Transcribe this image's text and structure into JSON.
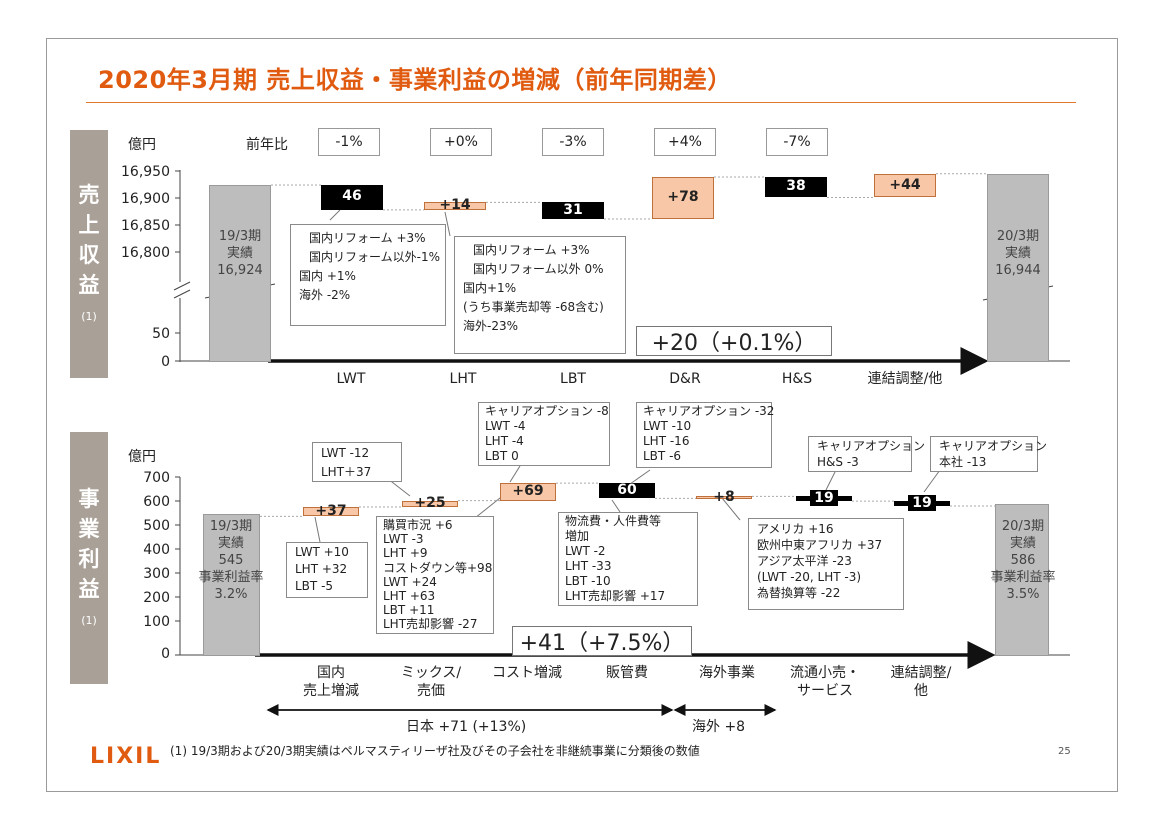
{
  "title": "2020年3月期 売上収益・事業利益の増減（前年同期差）",
  "logo": "LIXIL",
  "footnote": "(1) 19/3期および20/3期実績はペルマスティリーザ社及びその子会社を非継続事業に分類後の数値",
  "page_number": "25",
  "colors": {
    "accent": "#e05b10",
    "increase": "#f8c7a7",
    "decrease": "#000000",
    "ends": "#bdbdbd",
    "sidebar": "#a9a097"
  },
  "revenue": {
    "sidebar_text": "売上収益",
    "sidebar_note": "(1)",
    "unit": "億円",
    "ratio_label": "前年比",
    "ratios": [
      "-1%",
      "+0%",
      "-3%",
      "+4%",
      "-7%"
    ],
    "start_label": "19/3期\n実績\n16,924",
    "end_label": "20/3期\n実績\n16,944",
    "total": "+20（+0.1%）",
    "notes": [
      {
        "lines": [
          "国内リフォーム +3%",
          "国内リフォーム以外-1%",
          "国内 +1%",
          "海外 -2%"
        ]
      },
      {
        "lines": [
          "国内リフォーム +3%",
          "国内リフォーム以外 0%",
          "国内+1%",
          "(うち事業売却等 -68含む)",
          "海外-23%"
        ]
      }
    ]
  },
  "profit": {
    "sidebar_text": "事業利益",
    "sidebar_note": "(1)",
    "unit": "億円",
    "start_label": "19/3期\n実績\n545\n事業利益率\n3.2%",
    "end_label": "20/3期\n実績\n586\n事業利益率\n3.5%",
    "total": "+41（+7.5%）",
    "regions": {
      "japan": "日本 +71 (+13%)",
      "overseas": "海外 +8"
    },
    "notes": [
      {
        "lines": [
          "LWT -12",
          "LHT＋37"
        ]
      },
      {
        "lines": [
          "LWT +10",
          "LHT +32",
          "LBT -5"
        ]
      },
      {
        "lines": [
          "購買市況 +6",
          "  LWT  -3",
          "  LHT  +9",
          "コストダウン等+98",
          "  LWT  +24",
          "  LHT  +63",
          "  LBT  +11",
          "LHT売却影響 -27"
        ]
      },
      {
        "lines": [
          "キャリアオプション -8",
          " LWT     -4",
          " LHT     -4",
          " LBT      0"
        ]
      },
      {
        "lines": [
          "キャリアオプション -32",
          " LWT     -10",
          " LHT     -16",
          " LBT      -6"
        ]
      },
      {
        "lines": [
          "物流費・人件費等",
          "増加",
          "  LWT     -2",
          "  LHT    -33",
          "  LBT    -10",
          "LHT売却影響 +17"
        ]
      },
      {
        "lines": [
          "アメリカ +16",
          "欧州中東アフリカ +37",
          "アジア太平洋 -23",
          "  (LWT -20, LHT -3)",
          "為替換算等    -22"
        ]
      },
      {
        "lines": [
          "キャリアオプション",
          "H&S     -3"
        ]
      },
      {
        "lines": [
          "キャリアオプション",
          "本社     -13"
        ]
      }
    ]
  },
  "chart_data": [
    {
      "type": "bar",
      "subtype": "waterfall",
      "title": "売上収益",
      "ylabel": "億円",
      "ylim": [
        16750,
        16950
      ],
      "yticks": [
        "16,950",
        "16,900",
        "16,850",
        "16,800",
        "50",
        "0"
      ],
      "axis_break": true,
      "start": {
        "label": "19/3期 実績",
        "value": 16924
      },
      "end": {
        "label": "20/3期 実績",
        "value": 16944
      },
      "categories": [
        "LWT",
        "LHT",
        "LBT",
        "D&R",
        "H&S",
        "連結調整/他"
      ],
      "values": [
        -46,
        14,
        -31,
        78,
        -38,
        44
      ],
      "data_labels": [
        "46",
        "+14",
        "31",
        "+78",
        "38",
        "+44"
      ]
    },
    {
      "type": "bar",
      "subtype": "waterfall",
      "title": "事業利益",
      "ylabel": "億円",
      "ylim": [
        0,
        700
      ],
      "yticks": [
        "700",
        "600",
        "500",
        "400",
        "300",
        "200",
        "100",
        "0"
      ],
      "start": {
        "label": "19/3期 実績",
        "value": 545
      },
      "end": {
        "label": "20/3期 実績",
        "value": 586
      },
      "categories": [
        "国内\n売上増減",
        "ミックス/\n売価",
        "コスト増減",
        "販管費",
        "海外事業",
        "流通小売・\nサービス",
        "連結調整/\n他"
      ],
      "values": [
        37,
        25,
        69,
        -60,
        8,
        -19,
        -19
      ],
      "data_labels": [
        "+37",
        "+25",
        "+69",
        "60",
        "+8",
        "19",
        "19"
      ]
    }
  ]
}
